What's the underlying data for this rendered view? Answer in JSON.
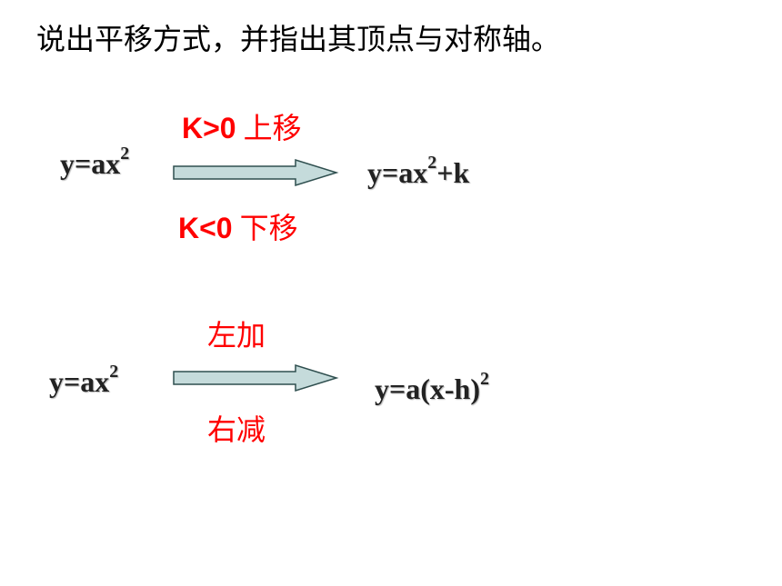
{
  "heading": "说出平移方式，并指出其顶点与对称轴。",
  "row1": {
    "left_formula": {
      "base": "y=ax",
      "exp": "2"
    },
    "top_condition": "K>0",
    "top_text": "上移",
    "bottom_condition": "K<0",
    "bottom_text": "下移",
    "right_formula": {
      "base": "y=ax",
      "exp": "2",
      "tail": "+k"
    }
  },
  "row2": {
    "left_formula": {
      "base": "y=ax",
      "exp": "2"
    },
    "top_text": "左加",
    "bottom_text": "右减",
    "right_formula": {
      "base": "y=a(x-h)",
      "exp": "2"
    }
  },
  "colors": {
    "annotation": "#ff0000",
    "arrow_fill": "#c5dbdb",
    "arrow_stroke": "#2f4f4f"
  }
}
